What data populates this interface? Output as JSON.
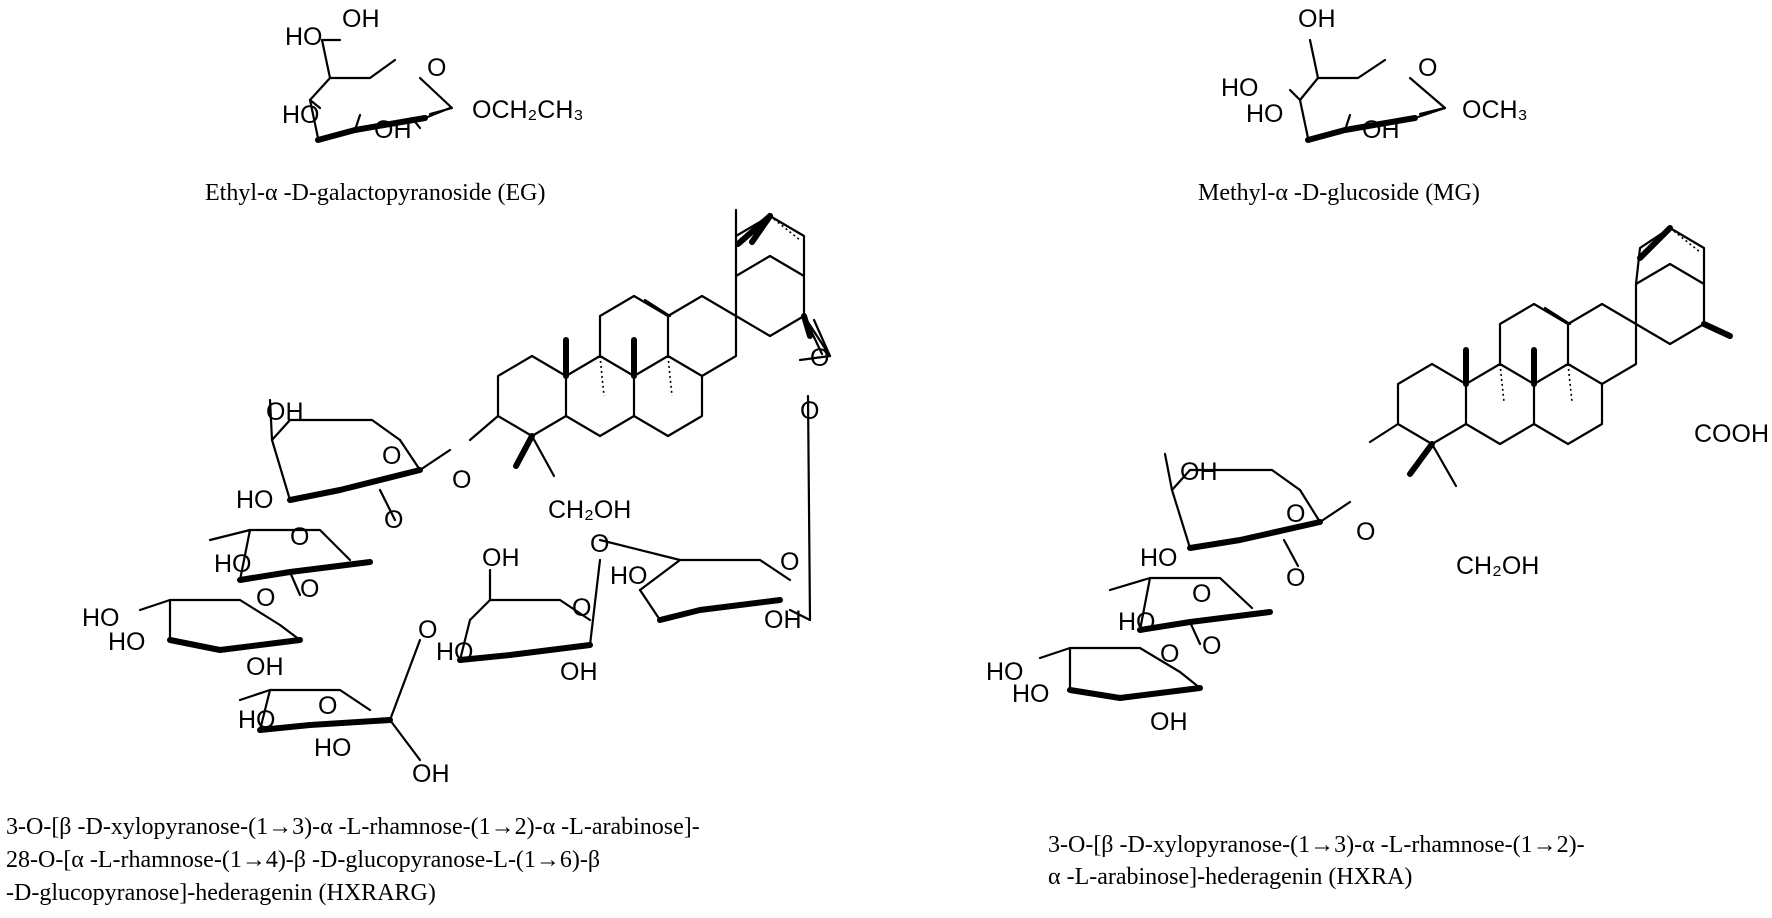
{
  "molecules": {
    "eg": {
      "caption": "Ethyl-α  -D-galactopyranoside (EG)",
      "atoms": {
        "oh_top": "OH",
        "ho_upper": "HO",
        "ho_lower": "HO",
        "oh_bottom": "OH",
        "ring_o": "O",
        "substituent": "OCH₂CH₃"
      }
    },
    "mg": {
      "caption": "Methyl-α  -D-glucoside (MG)",
      "atoms": {
        "oh_top": "OH",
        "ho_upper": "HO",
        "ho_lower": "HO",
        "oh_bottom": "OH",
        "ring_o": "O",
        "substituent": "OCH₃"
      }
    },
    "hxrarg": {
      "caption_lines": [
        "3-O-[β  -D-xylopyranose-(1→3)-α  -L-rhamnose-(1→2)-α  -L-arabinose]-",
        "28-O-[α  -L-rhamnose-(1→4)-β  -D-glucopyranose-L-(1→6)-β",
        "-D-glucopyranose]-hederagenin (HXRARG)"
      ],
      "atoms": {
        "ester_o_double": "O",
        "ester_o": "O",
        "ch2oh": "CH₂OH",
        "link_o": "O",
        "ara_oh": "OH",
        "ara_o": "O",
        "ara_ho": "HO",
        "ara_o2": "O",
        "rha_o": "O",
        "rha_ho": "HO",
        "rha_o3": "O",
        "xyl_ho1": "HO",
        "xyl_ho2": "HO",
        "xyl_o": "O",
        "xyl_oh": "OH",
        "glc2_oh": "OH",
        "glc2_o": "O",
        "glc2_o4": "O",
        "glc2_ho": "HO",
        "glc2_oh2": "OH",
        "glc1_o6": "O",
        "glc1_o": "O",
        "glc1_ho": "HO",
        "glc1_oh": "OH",
        "rha2_o": "O",
        "rha2_ho1": "HO",
        "rha2_ho2": "HO",
        "rha2_oh": "OH"
      }
    },
    "hxra": {
      "caption_lines": [
        "3-O-[β  -D-xylopyranose-(1→3)-α  -L-rhamnose-(1→2)-",
        "α  -L-arabinose]-hederagenin (HXRA)"
      ],
      "atoms": {
        "cooh": "COOH",
        "ch2oh": "CH₂OH",
        "link_o": "O",
        "ara_oh": "OH",
        "ara_o": "O",
        "ara_ho": "HO",
        "ara_o2": "O",
        "rha_o": "O",
        "rha_ho": "HO",
        "rha_o3": "O",
        "xyl_ho1": "HO",
        "xyl_ho2": "HO",
        "xyl_o": "O",
        "xyl_oh": "OH"
      }
    }
  }
}
